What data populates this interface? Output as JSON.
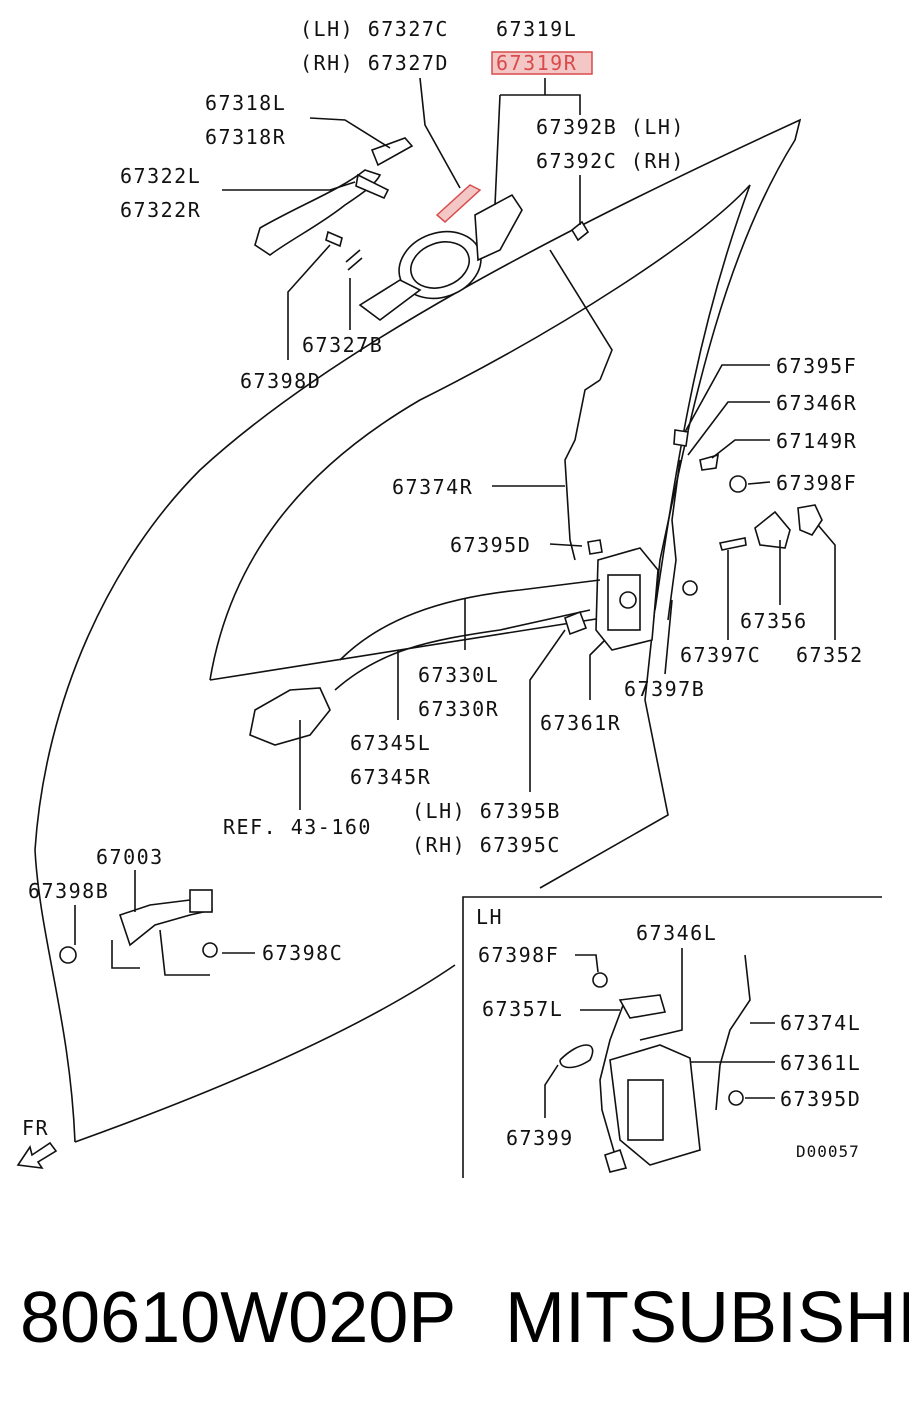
{
  "callouts": {
    "lh_67327c": "(LH) 67327C",
    "p67319l": "67319L",
    "rh_67327d": "(RH) 67327D",
    "p67319r": "67319R",
    "p67318l": "67318L",
    "p67318r": "67318R",
    "p67322l": "67322L",
    "p67322r": "67322R",
    "p67392b": "67392B (LH)",
    "p67392c": "67392C (RH)",
    "p67327b": "67327B",
    "p67398d": "67398D",
    "p67395f": "67395F",
    "p67346r": "67346R",
    "p67149r": "67149R",
    "p67398f": "67398F",
    "p67374r": "67374R",
    "p67395d": "67395D",
    "p67356": "67356",
    "p67352": "67352",
    "p67397c": "67397C",
    "p67330l": "67330L",
    "p67330r": "67330R",
    "p67397b": "67397B",
    "p67361r": "67361R",
    "p67345l": "67345L",
    "p67345r": "67345R",
    "ref": "REF. 43-160",
    "lh_67395b": "(LH) 67395B",
    "rh_67395c": "(RH) 67395C",
    "p67003": "67003",
    "p67398b": "67398B",
    "p67398c": "67398C",
    "fr": "FR"
  },
  "inset": {
    "title": "LH",
    "p67398f": "67398F",
    "p67346l": "67346L",
    "p67357l": "67357L",
    "p67374l": "67374L",
    "p67361l": "67361L",
    "p67395d": "67395D",
    "p67399": "67399",
    "code": "D00057"
  },
  "highlight": {
    "part": "67319R",
    "color": "#d94b4b"
  },
  "footer": {
    "part_number": "80610W020P",
    "brand": "MITSUBISHI"
  }
}
